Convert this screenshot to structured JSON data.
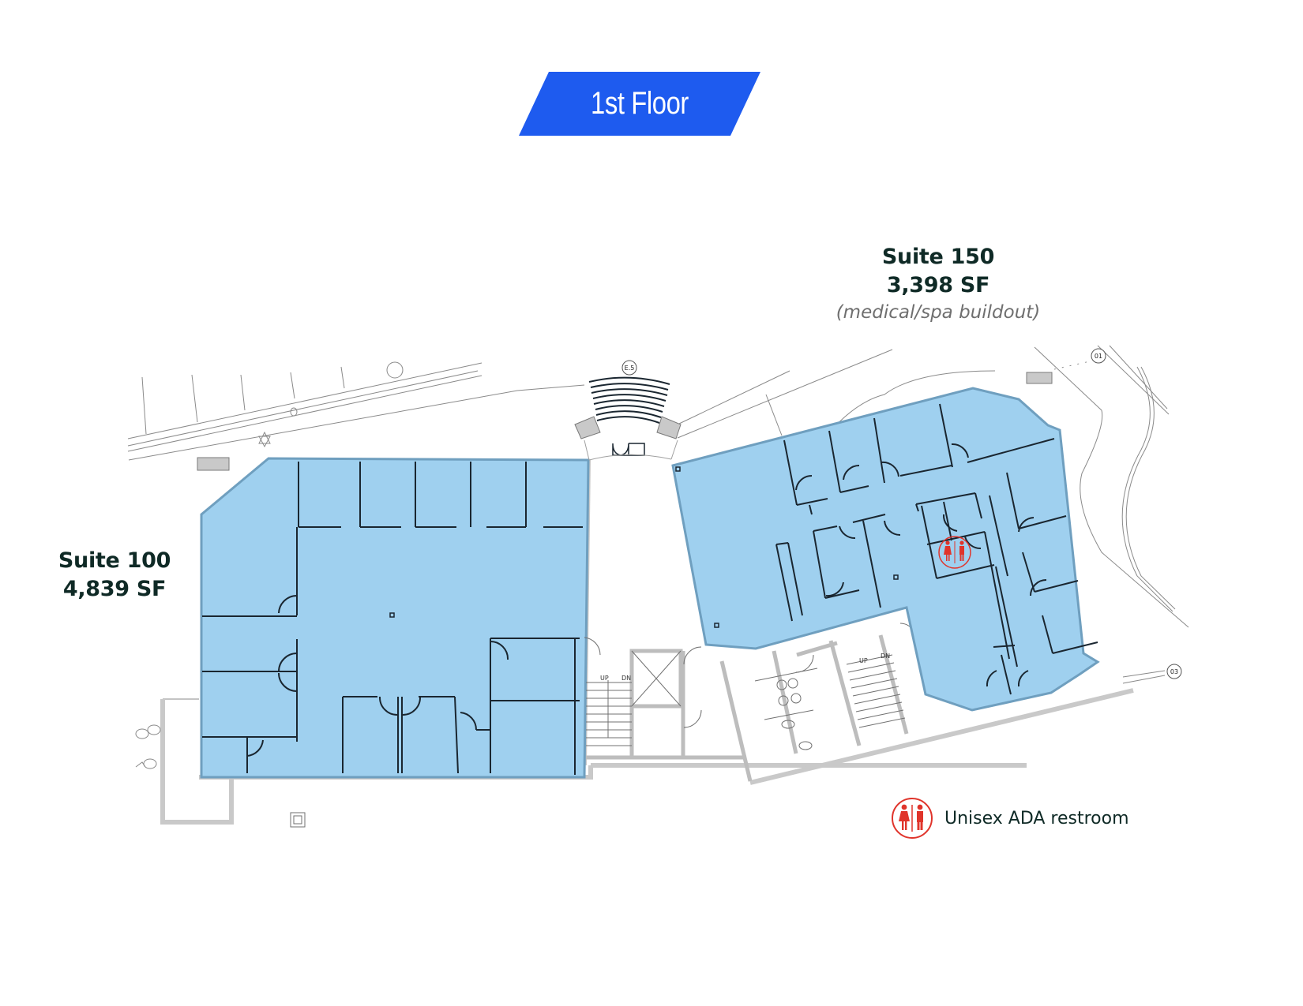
{
  "header": {
    "title": "1st Floor",
    "banner_color": "#1e5bef"
  },
  "suites": [
    {
      "name": "Suite 150",
      "area": "3,398 SF",
      "note": "(medical/spa buildout)",
      "fill_color": "#9fd0ef"
    },
    {
      "name": "Suite 100",
      "area": "4,839 SF",
      "fill_color": "#9fd0ef"
    }
  ],
  "plan": {
    "grid_markers": [
      "E.5",
      "01",
      "03"
    ],
    "stair_labels": [
      {
        "up": "UP",
        "down": "DN"
      },
      {
        "up": "UP",
        "down": "DN"
      }
    ],
    "restroom_icon": "restroom-icon",
    "restroom_color": "#e0342b"
  },
  "legend": {
    "icon": "restroom-icon",
    "label": "Unisex ADA restroom"
  }
}
